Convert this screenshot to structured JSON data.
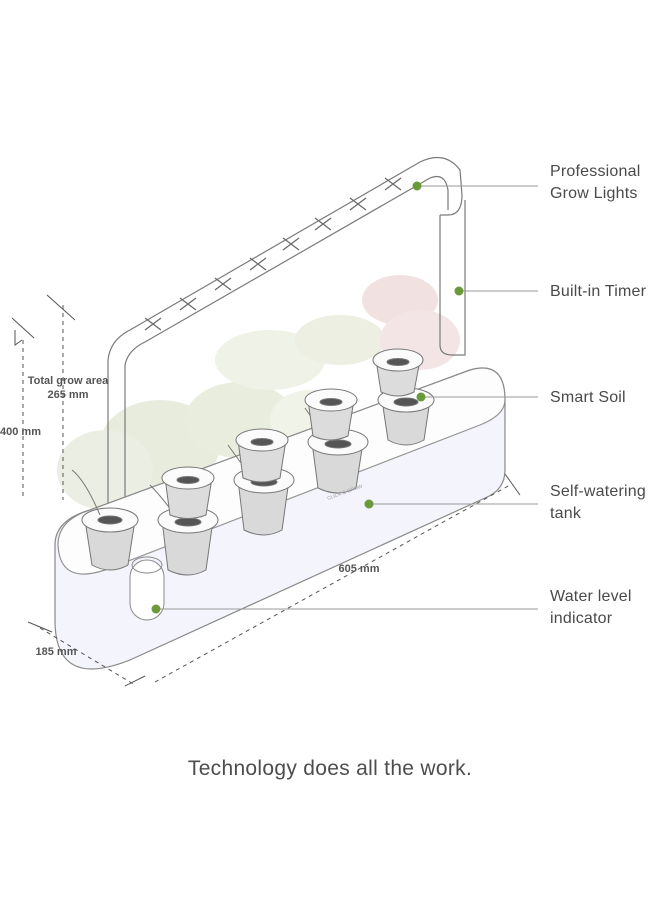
{
  "callouts": {
    "grow_lights": "Professional\nGrow Lights",
    "timer": "Built-in Timer",
    "smart_soil": "Smart Soil",
    "self_watering": "Self-watering\ntank",
    "water_level": "Water level\nindicator"
  },
  "dimensions": {
    "grow_area_title": "Total grow area",
    "grow_area_value": "265 mm",
    "height": "400 mm",
    "length": "605 mm",
    "depth": "185 mm"
  },
  "pod_text": "CLICK & GROW",
  "tagline": "Technology does all the work.",
  "colors": {
    "dot": "#6a9a3a",
    "line": "#9a9a9a",
    "plant_light": "#dfe6cf",
    "plant_red": "#e8c6c6",
    "tank_water": "#eef0fb"
  }
}
